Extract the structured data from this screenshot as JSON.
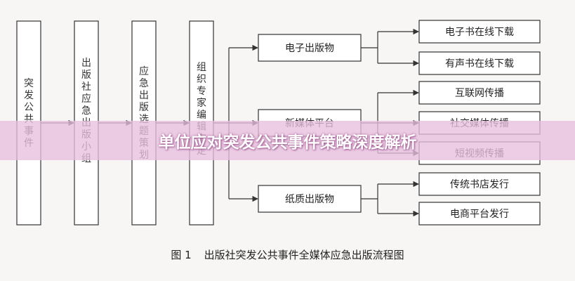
{
  "stages": [
    {
      "id": "event",
      "chars": [
        "突",
        "发",
        "公",
        "共",
        "事",
        "件"
      ]
    },
    {
      "id": "team",
      "chars": [
        "出",
        "版",
        "社",
        "应",
        "急",
        "出",
        "版",
        "小",
        "组"
      ]
    },
    {
      "id": "plan",
      "chars": [
        "应",
        "急",
        "出",
        "版",
        "选",
        "题",
        "策",
        "划"
      ]
    },
    {
      "id": "review",
      "chars": [
        "组",
        "织",
        "专",
        "家",
        "编",
        "辑",
        "审",
        "定"
      ]
    }
  ],
  "categories": [
    {
      "id": "electronic",
      "label": "电子出版物"
    },
    {
      "id": "new-media",
      "label": "新媒体平台"
    },
    {
      "id": "paper",
      "label": "纸质出版物"
    }
  ],
  "channels": [
    {
      "id": "ebook-download",
      "label": "电子书在线下载"
    },
    {
      "id": "audiobook-download",
      "label": "有声书在线下载"
    },
    {
      "id": "internet-spread",
      "label": "互联网传播"
    },
    {
      "id": "social-media-spread",
      "label": "社交媒体传播"
    },
    {
      "id": "short-video-spread",
      "label": "短视频传播"
    },
    {
      "id": "bookstore-distribution",
      "label": "传统书店发行"
    },
    {
      "id": "ecommerce-distribution",
      "label": "电商平台发行"
    }
  ],
  "banner": {
    "title": "单位应对突发公共事件策略深度解析"
  },
  "caption": {
    "number": "图 1",
    "text": "出版社突发公共事件全媒体应急出版流程图"
  }
}
